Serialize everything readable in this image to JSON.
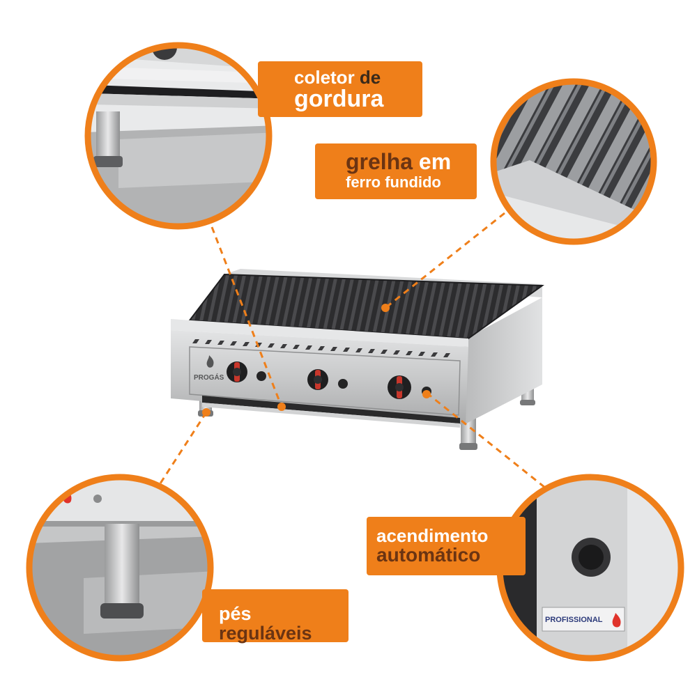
{
  "image": {
    "subject": "commercial gas charbroiler with three control knobs and four zoom callouts",
    "colors": {
      "accent": "#ef7f1a",
      "steel": "#c9cacb",
      "grate": "#2b2b2d",
      "background": "#ffffff",
      "text_dark": "#6b3412"
    }
  },
  "brand": {
    "name": "PROGÁS",
    "plate": "PROFISSIONAL"
  },
  "callouts": {
    "gordura": {
      "word1": "coletor",
      "word2": "de",
      "word3": "gordura"
    },
    "grelha": {
      "word1": "grelha",
      "word2": "em",
      "line2": "ferro fundido"
    },
    "acendimento": {
      "line1": "acendimento",
      "line2": "automático"
    },
    "pes": {
      "word1": "pés",
      "word2": "reguláveis"
    }
  }
}
